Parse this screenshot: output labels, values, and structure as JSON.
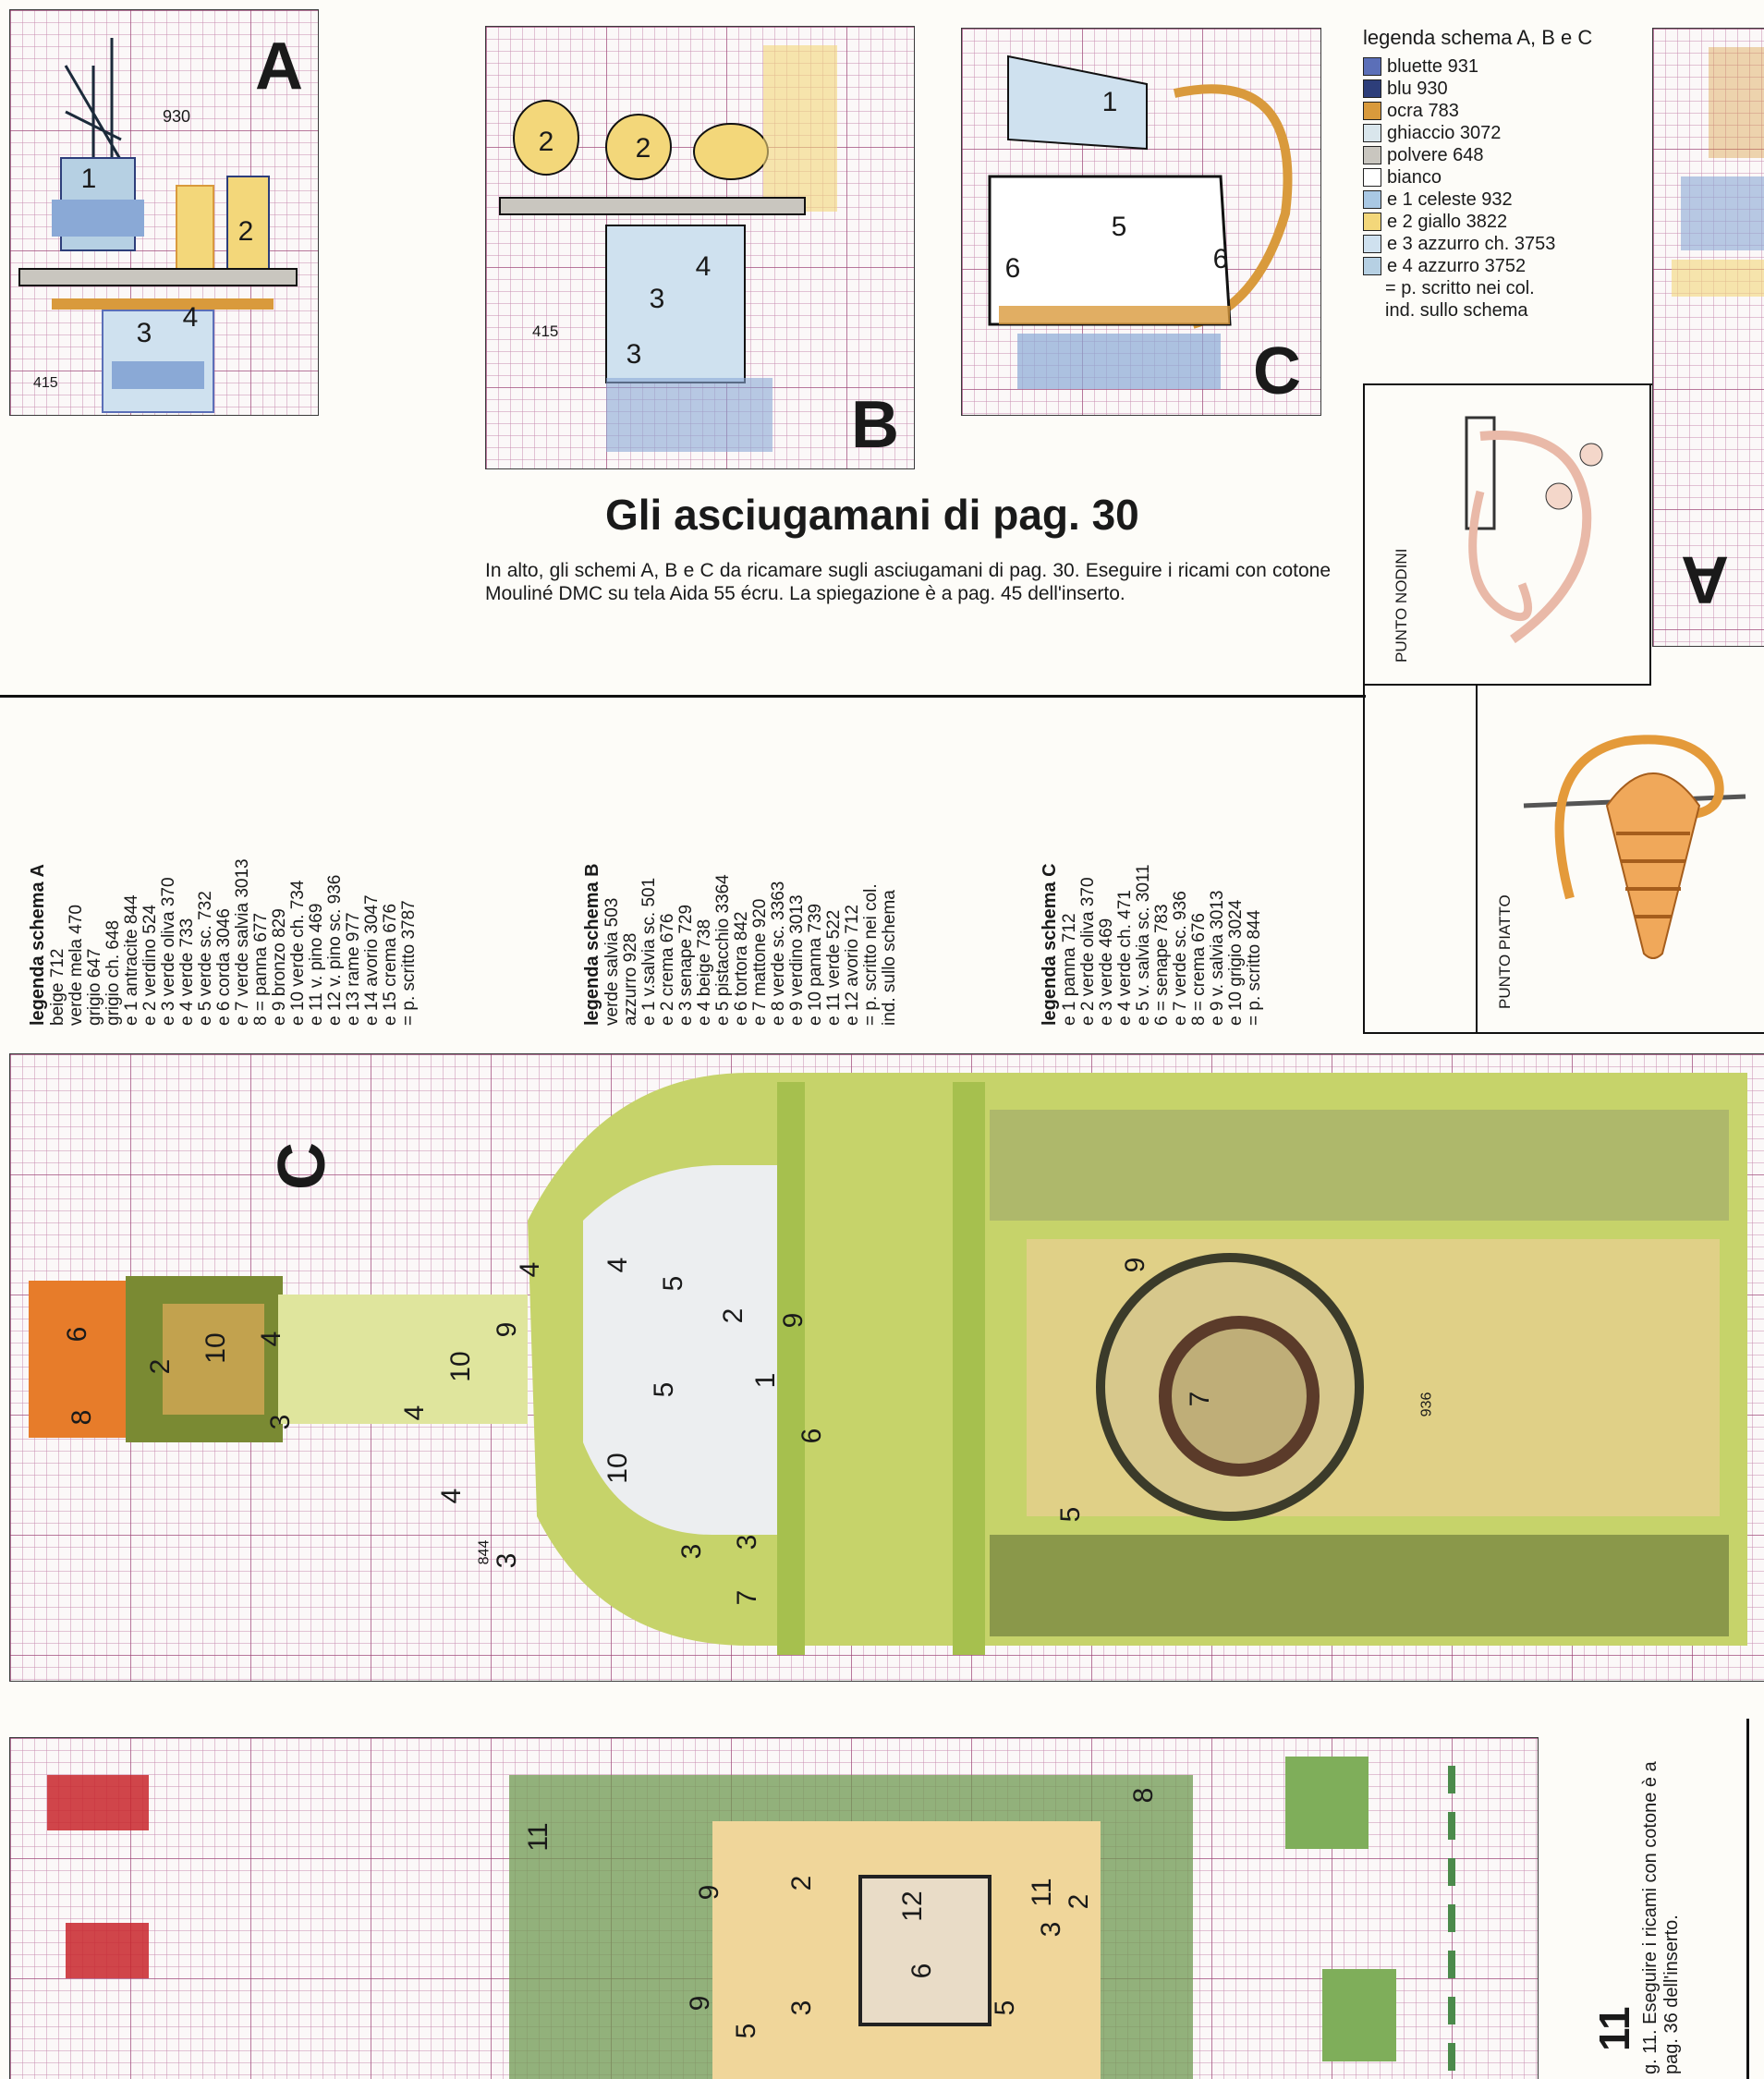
{
  "charts": {
    "A": {
      "letter": "A",
      "numbers": [
        "1",
        "2",
        "3",
        "4"
      ],
      "ann1": "930",
      "ann2": "415"
    },
    "B": {
      "letter": "B",
      "numbers": [
        "2",
        "2",
        "4",
        "3",
        "3"
      ],
      "ann1": "415"
    },
    "C": {
      "letter": "C",
      "numbers": [
        "1",
        "5",
        "6",
        "6"
      ]
    }
  },
  "legend_abc": {
    "heading": "legenda schema A, B e C",
    "items": [
      {
        "text": "bluette 931",
        "color": "#5b6fb8"
      },
      {
        "text": "blu 930",
        "color": "#2d3e7a"
      },
      {
        "text": "ocra 783",
        "color": "#d99a3c"
      },
      {
        "text": "ghiaccio 3072",
        "color": "#d9e6ec"
      },
      {
        "text": "polvere 648",
        "color": "#c9c6bf"
      },
      {
        "text": "bianco",
        "color": "#ffffff"
      },
      {
        "text": "e 1 celeste 932",
        "color": "#a9c8e4"
      },
      {
        "text": "e 2 giallo 3822",
        "color": "#f3d77a"
      },
      {
        "text": "e 3 azzurro ch. 3753",
        "color": "#cfe1ef"
      },
      {
        "text": "e 4 azzurro 3752",
        "color": "#b6d0e3"
      },
      {
        "text": "= p. scritto nei col.",
        "color": ""
      },
      {
        "text": "ind. sullo schema",
        "color": ""
      }
    ]
  },
  "section_title": "Gli asciugamani di pag. 30",
  "section_text": "In alto, gli schemi A, B e C da ricamare sugli asciugamani di pag. 30. Eseguire i ricami con cotone Mouliné DMC su tela Aida 55 écru. La spiegazione è a pag. 45 dell'inserto.",
  "stitch_labels": {
    "nodini": "PUNTO NODINI",
    "piatto": "PUNTO PIATTO"
  },
  "side_letter": "A",
  "legend_a": {
    "heading": "legenda schema A",
    "items": [
      "beige 712",
      "verde mela 470",
      "grigio 647",
      "grigio ch. 648",
      "e 1 antracite 844",
      "e 2 verdino 524",
      "e 3 verde oliva 370",
      "e 4 verde 733",
      "e 5 verde sc. 732",
      "e 6 corda 3046",
      "e 7 verde salvia 3013",
      "8 = panna 677",
      "e 9 bronzo 829",
      "e 10 verde ch. 734",
      "e 11 v. pino 469",
      "e 12 v. pino sc. 936",
      "e 13 rame 977",
      "e 14 avorio 3047",
      "e 15 crema 676",
      "= p. scritto 3787"
    ]
  },
  "legend_b": {
    "heading": "legenda schema B",
    "items": [
      "verde salvia 503",
      "azzurro 928",
      "e 1 v.salvia sc. 501",
      "e 2 crema 676",
      "e 3 senape 729",
      "e 4 beige 738",
      "e 5 pistacchio 3364",
      "e 6 tortora 842",
      "e 7 mattone 920",
      "e 8 verde sc. 3363",
      "e 9 verdino 3013",
      "e 10 panna 739",
      "e 11 verde 522",
      "e 12 avorio 712",
      "= p. scritto nei col.",
      "ind. sullo schema"
    ]
  },
  "legend_c": {
    "heading": "legenda schema C",
    "items": [
      "e 1 panna 712",
      "e 2 verde oliva 370",
      "e 3 verde 469",
      "e 4 verde ch. 471",
      "e 5 v. salvia sc. 3011",
      "6 = senape 783",
      "e 7 verde sc. 936",
      "8 = crema 676",
      "e 9 v. salvia 3013",
      "e 10 grigio 3024",
      "= p. scritto 844"
    ]
  },
  "bottle": {
    "letter": "C",
    "numbers": [
      "6",
      "8",
      "2",
      "10",
      "4",
      "10",
      "4",
      "3",
      "4",
      "9",
      "4",
      "3",
      "10",
      "5",
      "4",
      "5",
      "2",
      "9",
      "1",
      "6",
      "9",
      "7",
      "5",
      "3",
      "3",
      "7"
    ],
    "ann_844": "844",
    "ann_936": "936"
  },
  "bottom_chart": {
    "numbers": [
      "11",
      "2",
      "12",
      "6",
      "3",
      "9",
      "9",
      "5",
      "2",
      "3",
      "11",
      "5",
      "8"
    ]
  },
  "bottom_text": "g. 11. Eseguire i ricami con cotone è a pag. 36 dell'inserto.",
  "page_num": "11"
}
